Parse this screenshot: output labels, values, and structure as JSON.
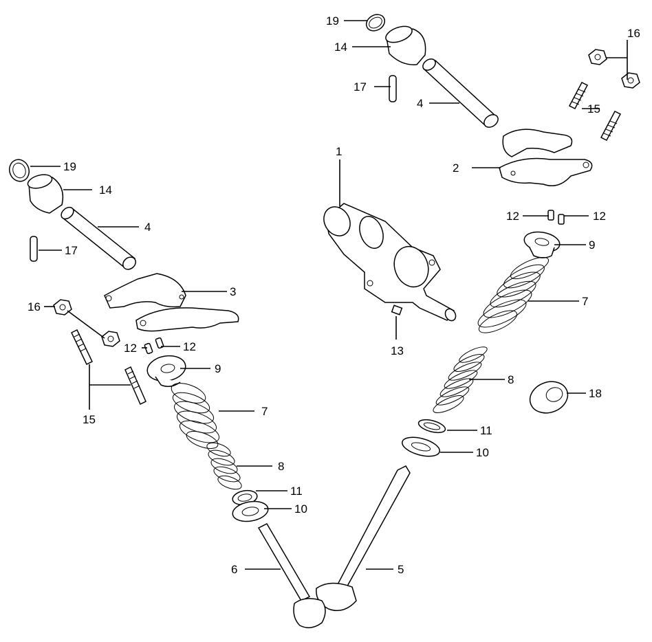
{
  "callouts": {
    "c1": "1",
    "c2": "2",
    "c3": "3",
    "c4a": "4",
    "c4b": "4",
    "c5": "5",
    "c6": "6",
    "c7a": "7",
    "c7b": "7",
    "c8a": "8",
    "c8b": "8",
    "c9a": "9",
    "c9b": "9",
    "c10a": "10",
    "c10b": "10",
    "c11a": "11",
    "c11b": "11",
    "c12a": "12",
    "c12b": "12",
    "c12c": "12",
    "c12d": "12",
    "c13": "13",
    "c14a": "14",
    "c14b": "14",
    "c15a": "15",
    "c15b": "15",
    "c16a": "16",
    "c16b": "16",
    "c17a": "17",
    "c17b": "17",
    "c18": "18",
    "c19a": "19",
    "c19b": "19"
  }
}
